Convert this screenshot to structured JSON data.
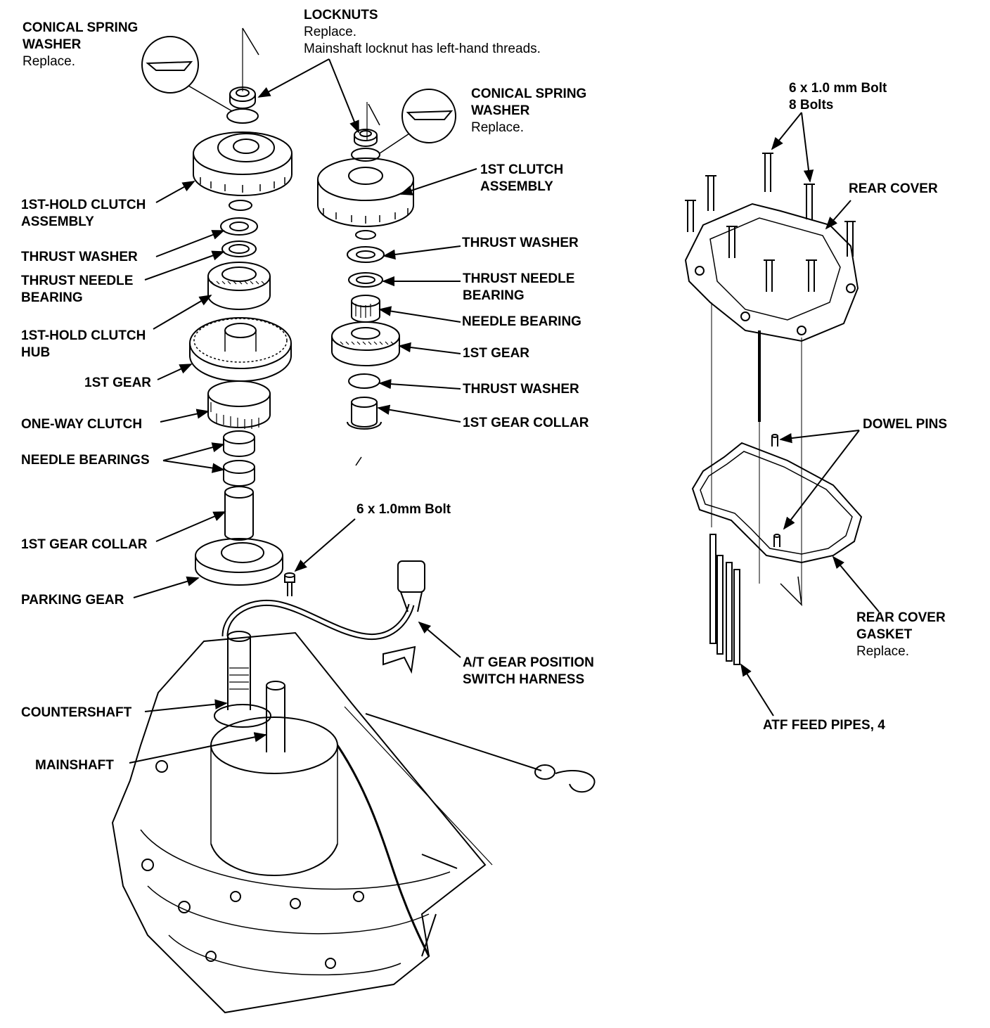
{
  "labels": {
    "conical_washer_left": {
      "title": [
        "CONICAL SPRING",
        "WASHER"
      ],
      "note": [
        "Replace."
      ]
    },
    "locknuts": {
      "title": [
        "LOCKNUTS"
      ],
      "note": [
        "Replace.",
        "Mainshaft locknut has left-hand threads."
      ]
    },
    "conical_washer_right": {
      "title": [
        "CONICAL SPRING",
        "WASHER"
      ],
      "note": [
        "Replace."
      ]
    },
    "first_hold_clutch_assembly": {
      "title": [
        "1ST-HOLD CLUTCH",
        "ASSEMBLY"
      ],
      "note": []
    },
    "first_clutch_assembly": {
      "title": [
        "1ST CLUTCH",
        "ASSEMBLY"
      ],
      "note": []
    },
    "thrust_washer_left": {
      "title": [
        "THRUST WASHER"
      ],
      "note": []
    },
    "thrust_washer_right_top": {
      "title": [
        "THRUST WASHER"
      ],
      "note": []
    },
    "thrust_needle_bearing_left": {
      "title": [
        "THRUST NEEDLE",
        "BEARING"
      ],
      "note": []
    },
    "thrust_needle_bearing_right": {
      "title": [
        "THRUST NEEDLE",
        "BEARING"
      ],
      "note": []
    },
    "needle_bearing_right": {
      "title": [
        "NEEDLE BEARING"
      ],
      "note": []
    },
    "first_hold_clutch_hub": {
      "title": [
        "1ST-HOLD CLUTCH",
        "HUB"
      ],
      "note": []
    },
    "first_gear_right": {
      "title": [
        "1ST GEAR"
      ],
      "note": []
    },
    "first_gear_left": {
      "title": [
        "1ST GEAR"
      ],
      "note": []
    },
    "thrust_washer_right_bottom": {
      "title": [
        "THRUST WASHER"
      ],
      "note": []
    },
    "one_way_clutch": {
      "title": [
        "ONE-WAY CLUTCH"
      ],
      "note": []
    },
    "first_gear_collar_right": {
      "title": [
        "1ST GEAR COLLAR"
      ],
      "note": []
    },
    "needle_bearings_left": {
      "title": [
        "NEEDLE BEARINGS"
      ],
      "note": []
    },
    "bolt_left": {
      "title": [
        "6 x 1.0mm Bolt"
      ],
      "note": []
    },
    "first_gear_collar_left": {
      "title": [
        "1ST GEAR COLLAR"
      ],
      "note": []
    },
    "parking_gear": {
      "title": [
        "PARKING GEAR"
      ],
      "note": []
    },
    "harness": {
      "title": [
        "A/T GEAR POSITION",
        "SWITCH HARNESS"
      ],
      "note": []
    },
    "countershaft": {
      "title": [
        "COUNTERSHAFT"
      ],
      "note": []
    },
    "mainshaft": {
      "title": [
        "MAINSHAFT"
      ],
      "note": []
    },
    "bolt_right": {
      "title": [
        "6 x 1.0 mm Bolt",
        "8 Bolts"
      ],
      "note": []
    },
    "rear_cover": {
      "title": [
        "REAR COVER"
      ],
      "note": []
    },
    "dowel_pins": {
      "title": [
        "DOWEL PINS"
      ],
      "note": []
    },
    "rear_cover_gasket": {
      "title": [
        "REAR COVER",
        "GASKET"
      ],
      "note": [
        "Replace."
      ]
    },
    "atf_feed_pipes": {
      "title": [
        "ATF FEED PIPES, 4"
      ],
      "note": []
    }
  }
}
